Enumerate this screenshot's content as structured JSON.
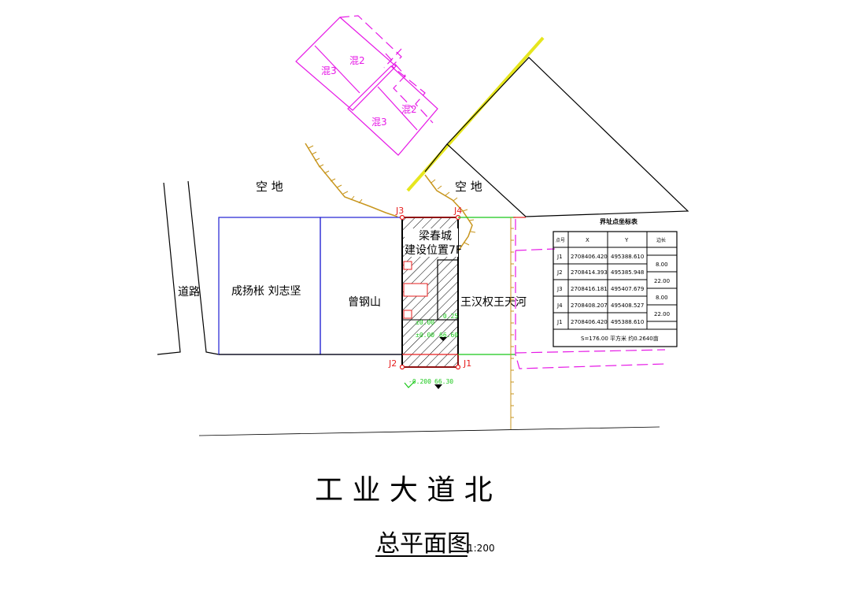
{
  "labels": {
    "vacant_left": "空  地",
    "vacant_right": "空  地",
    "road": "道路",
    "parcel_a": "成扬枨 刘志坚",
    "parcel_b": "曾钢山",
    "parcel_c": "王汉权王天河",
    "site_owner": "梁春城",
    "site_note": "建设位置7F",
    "street": "工 业 大 道 北",
    "plan_title": "总平面图",
    "scale": "1:200"
  },
  "buildings": {
    "b1_a": "混3",
    "b1_b": "混2",
    "b2_a": "混2",
    "b2_b": "混3"
  },
  "points": {
    "j1": "J1",
    "j2": "J2",
    "j3": "J3",
    "j4": "J4"
  },
  "elevations": {
    "e1": "-0.200",
    "e2": "66.30",
    "e3": "±0.00",
    "e4": "-0.25",
    "e5": "±0.00",
    "e6": "66.60"
  },
  "coord_table": {
    "title": "界址点坐标表",
    "headers": [
      "点号",
      "X",
      "Y",
      "边长"
    ],
    "rows": [
      {
        "pt": "J1",
        "x": "2708406.420",
        "y": "495388.610"
      },
      {
        "pt": "J2",
        "x": "2708414.393",
        "y": "495385.948"
      },
      {
        "pt": "J3",
        "x": "2708416.181",
        "y": "495407.679"
      },
      {
        "pt": "J4",
        "x": "2708408.207",
        "y": "495408.527"
      },
      {
        "pt": "J1",
        "x": "2708406.420",
        "y": "495388.610"
      }
    ],
    "lengths": [
      "8.00",
      "22.00",
      "8.00",
      "22.00"
    ],
    "area": "S=176.00 平方米 约0.2640亩"
  },
  "colors": {
    "magenta": "#e619e6",
    "orange": "#c8961e",
    "green": "#19c819",
    "blue": "#1e1ed2",
    "red": "#e61e1e",
    "yellow": "#e6e61e",
    "black": "#000000"
  }
}
